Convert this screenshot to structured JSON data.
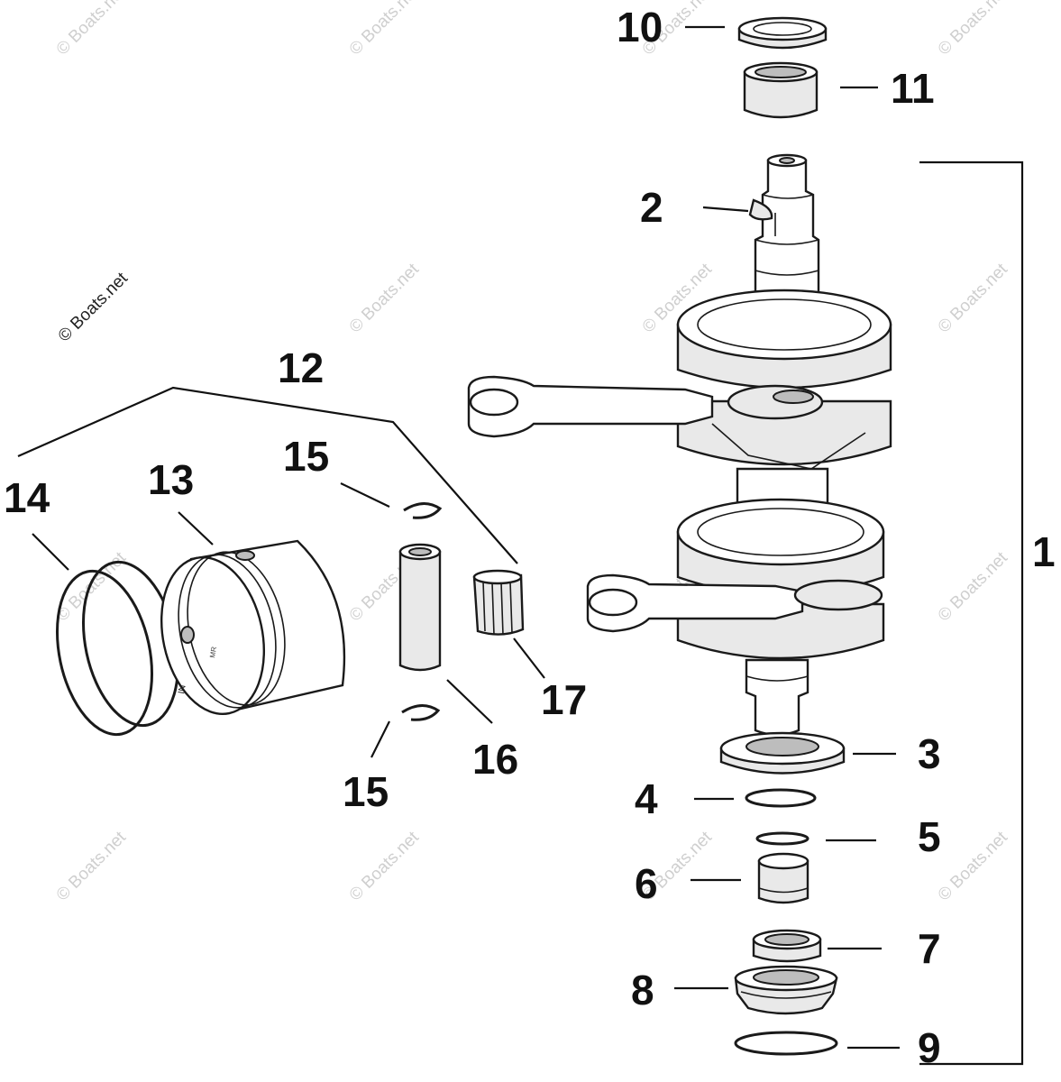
{
  "watermark": {
    "main": "© Boats.net",
    "faint": "© Boats.net"
  },
  "callouts": {
    "n1": "1",
    "n2": "2",
    "n3": "3",
    "n4": "4",
    "n5": "5",
    "n6": "6",
    "n7": "7",
    "n8": "8",
    "n9": "9",
    "n10": "10",
    "n11": "11",
    "n12": "12",
    "n13": "13",
    "n14": "14",
    "n15a": "15",
    "n15b": "15",
    "n16": "16",
    "n17": "17"
  },
  "piston_marks": {
    "a": "IN",
    "b": "MR"
  }
}
